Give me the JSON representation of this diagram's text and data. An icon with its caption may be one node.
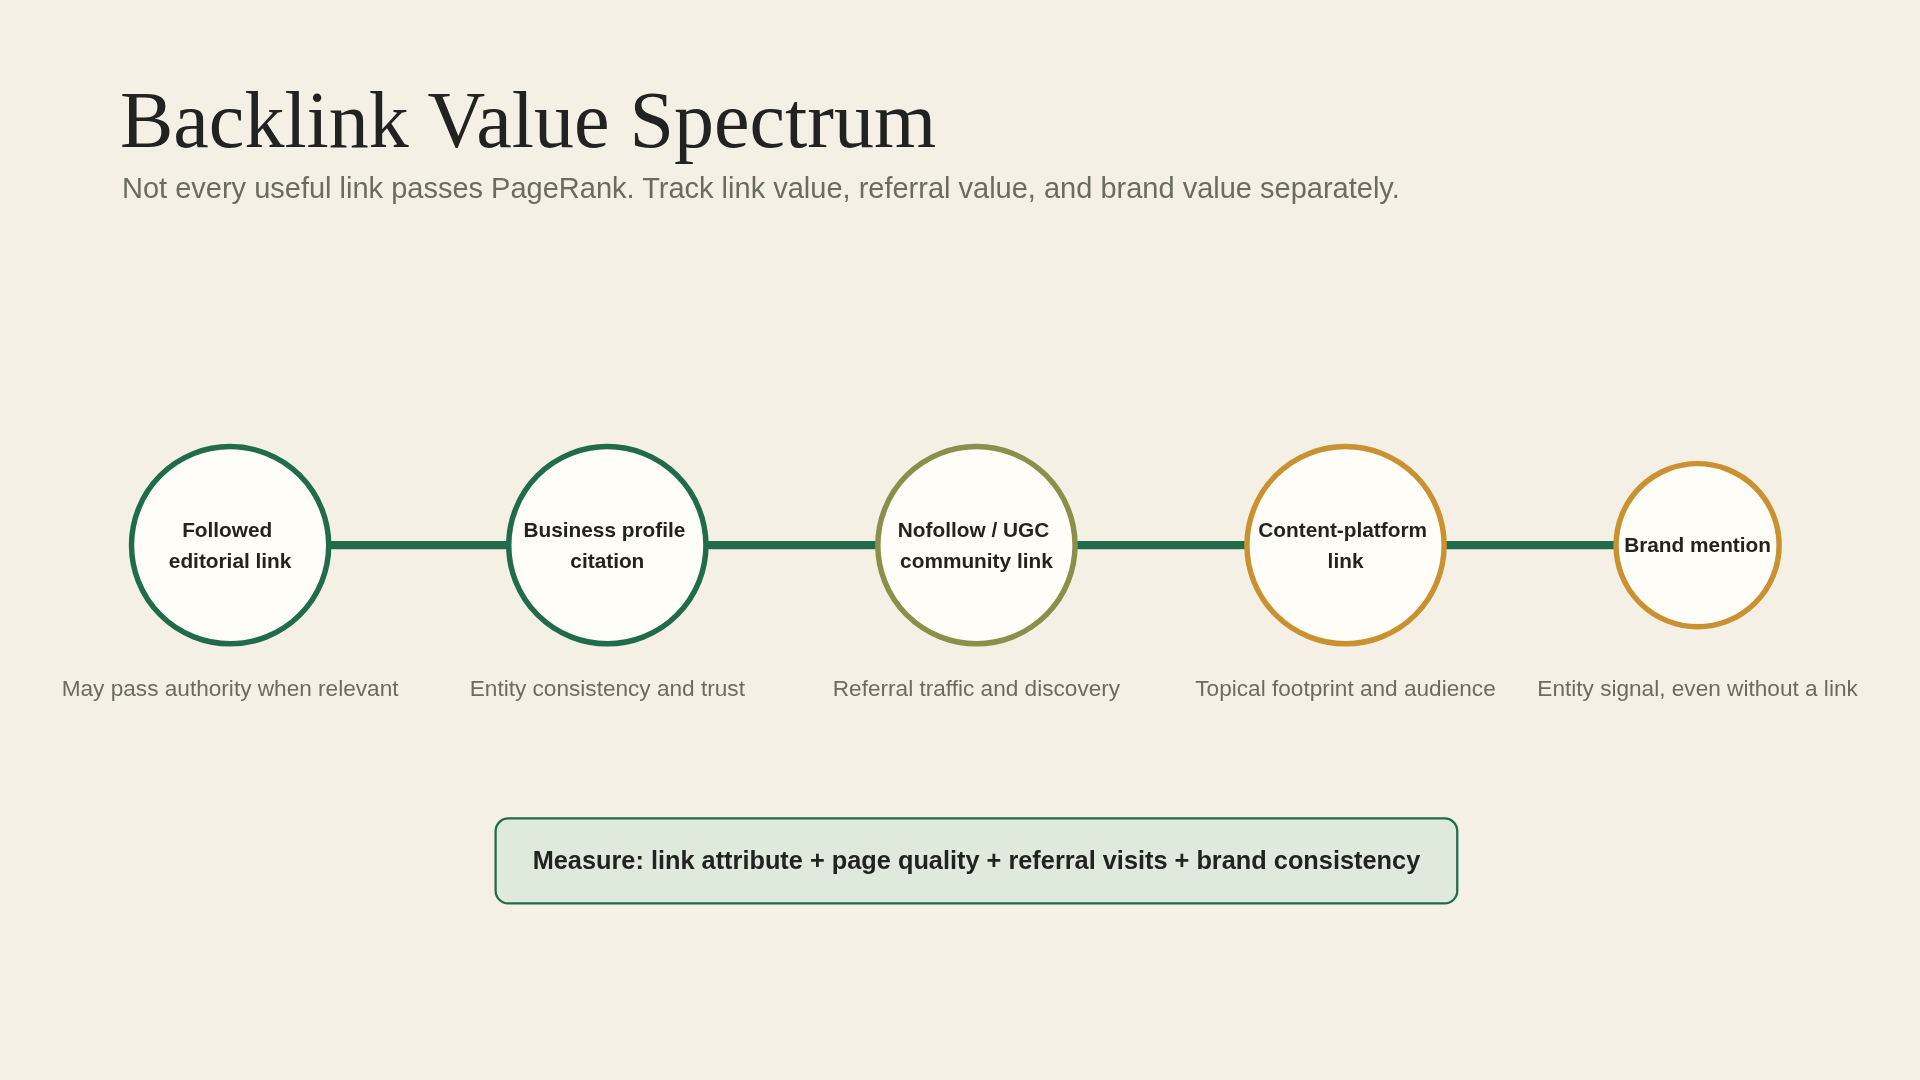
{
  "diagram": {
    "title": "Backlink Value Spectrum",
    "nodes": [
      {
        "text": [
          "Followed editorial link"
        ],
        "beside": [
          "May pass authority when relevant"
        ]
      },
      {
        "text": [
          "Business profile citation"
        ],
        "beside": [
          "Entity consistency and trust"
        ]
      },
      {
        "text": [
          "Nofollow / UGC community link"
        ],
        "beside": [
          "Referral traffic and discovery"
        ]
      },
      {
        "text": [
          "Content-platform link"
        ],
        "beside": [
          "Topical footprint and audience"
        ]
      },
      {
        "text": [
          "Brand mention"
        ],
        "beside": [
          "Entity signal, even without a link"
        ]
      },
      {
        "text": [
          "Measure: link attribute + page quality + referral visits + brand consistency"
        ]
      }
    ],
    "edges": [
      {
        "from": 0,
        "to": 1,
        "arrow": "none"
      },
      {
        "from": 1,
        "to": 2,
        "arrow": "none"
      },
      {
        "from": 2,
        "to": 3,
        "arrow": "none"
      },
      {
        "from": 3,
        "to": 4,
        "arrow": "none"
      }
    ],
    "labels": [
      "Not every useful link passes PageRank. Track link value, referral value, and brand value separately."
    ]
  }
}
